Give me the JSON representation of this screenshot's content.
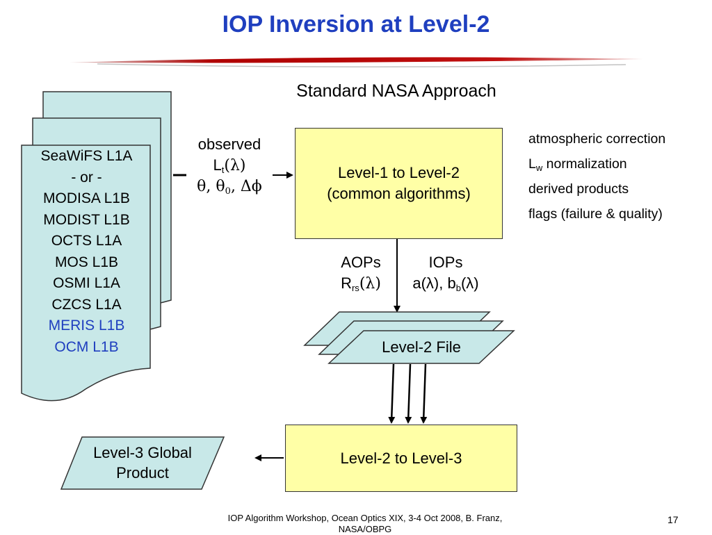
{
  "slide": {
    "title": "IOP Inversion at Level-2",
    "subtitle": "Standard NASA Approach"
  },
  "input_docs": {
    "lines": [
      "SeaWiFS L1A",
      "- or -",
      "MODISA L1B",
      "MODIST L1B",
      "OCTS L1A",
      "MOS L1B",
      "OSMI L1A",
      "CZCS L1A"
    ],
    "highlighted_lines": [
      "MERIS L1B",
      "OCM L1B"
    ],
    "highlight_color": "#1f3fbf",
    "fill_color": "#c8e8e8"
  },
  "observed": {
    "line1": "observed",
    "lt_main": "L",
    "lt_sub": "t",
    "lt_rest": "(λ)",
    "angles_theta": "θ, θ",
    "angles_sub": "0",
    "angles_rest": ", Δϕ"
  },
  "level1_box": {
    "line1": "Level-1 to Level-2",
    "line2": "(common algorithms)",
    "fill_color": "#ffffa6"
  },
  "notes": {
    "line1": "atmospheric correction",
    "line2_main": "L",
    "line2_sub": "w",
    "line2_rest": " normalization",
    "line3": "derived products",
    "line4": "flags (failure & quality)"
  },
  "aops": {
    "title": "AOPs",
    "r_main": "R",
    "r_sub": "rs",
    "r_rest": "(λ)"
  },
  "iops": {
    "title": "IOPs",
    "a_part": "a(λ), b",
    "b_sub": "b",
    "b_rest": "(λ)"
  },
  "level2_file": {
    "label": "Level-2 File",
    "fill_color": "#c8e8e8"
  },
  "level2_box": {
    "label": "Level-2 to Level-3",
    "fill_color": "#ffffa6"
  },
  "level3_product": {
    "line1": "Level-3 Global",
    "line2": "Product",
    "fill_color": "#c8e8e8"
  },
  "footer": {
    "line1": "IOP Algorithm Workshop, Ocean Optics XIX, 3-4 Oct 2008, B. Franz,",
    "line2": "NASA/OBPG",
    "page_number": "17"
  }
}
